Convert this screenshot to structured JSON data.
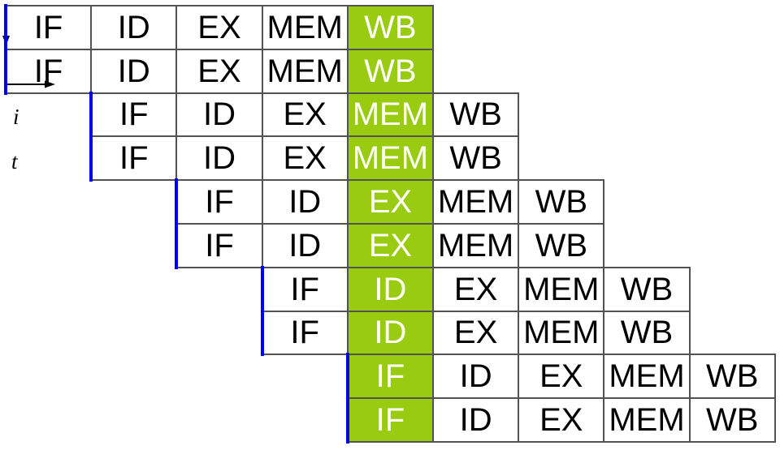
{
  "axes": {
    "vertical_label": "i",
    "horizontal_label": "t"
  },
  "pipeline": {
    "stage_names": [
      "IF",
      "ID",
      "EX",
      "MEM",
      "WB"
    ],
    "highlight_column": 5,
    "colors": {
      "highlight_fill": "#99cc11",
      "highlight_text": "#ffffff",
      "cell_text": "#000000",
      "grid_border": "#525252",
      "issue_marker": "#0000ee",
      "background": "#ffffff"
    },
    "rows": [
      {
        "offset": 0,
        "stages": [
          "IF",
          "ID",
          "EX",
          "MEM",
          "WB"
        ]
      },
      {
        "offset": 0,
        "stages": [
          "IF",
          "ID",
          "EX",
          "MEM",
          "WB"
        ]
      },
      {
        "offset": 1,
        "stages": [
          "IF",
          "ID",
          "EX",
          "MEM",
          "WB"
        ]
      },
      {
        "offset": 1,
        "stages": [
          "IF",
          "ID",
          "EX",
          "MEM",
          "WB"
        ]
      },
      {
        "offset": 2,
        "stages": [
          "IF",
          "ID",
          "EX",
          "MEM",
          "WB"
        ]
      },
      {
        "offset": 2,
        "stages": [
          "IF",
          "ID",
          "EX",
          "MEM",
          "WB"
        ]
      },
      {
        "offset": 3,
        "stages": [
          "IF",
          "ID",
          "EX",
          "MEM",
          "WB"
        ]
      },
      {
        "offset": 3,
        "stages": [
          "IF",
          "ID",
          "EX",
          "MEM",
          "WB"
        ]
      },
      {
        "offset": 4,
        "stages": [
          "IF",
          "ID",
          "EX",
          "MEM",
          "WB"
        ]
      },
      {
        "offset": 4,
        "stages": [
          "IF",
          "ID",
          "EX",
          "MEM",
          "WB"
        ]
      }
    ]
  }
}
